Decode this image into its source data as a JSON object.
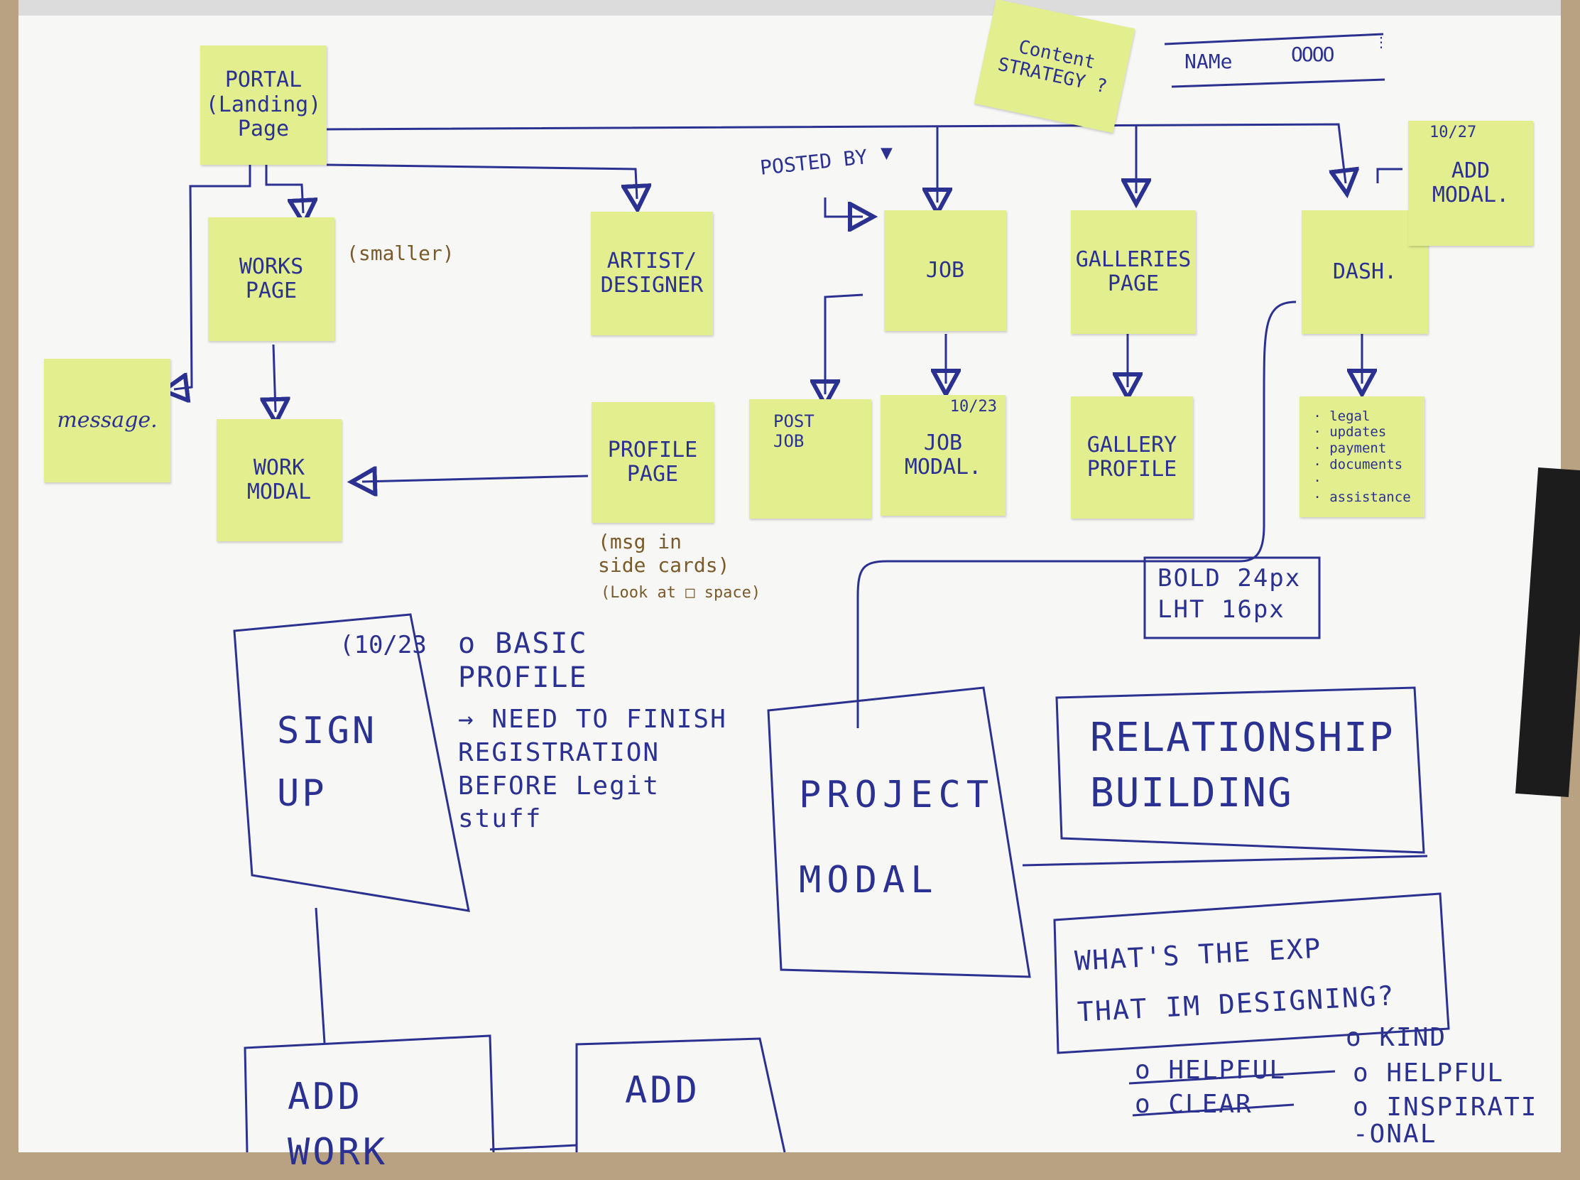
{
  "notes": {
    "portal": "PORTAL\n(Landing)\nPage",
    "works_page": "WORKS\nPAGE",
    "artist_designer": "ARTIST/\nDESIGNER",
    "job": "JOB",
    "galleries_page": "GALLERIES\nPAGE",
    "dash": "DASH.",
    "add_modal": "ADD\nMODAL.",
    "add_modal_date": "10/27",
    "message": "message.",
    "work_modal": "WORK\nMODAL",
    "profile_page": "PROFILE\nPAGE",
    "post_job": "POST\nJOB",
    "job_modal": "JOB\nMODAL.",
    "job_modal_date": "10/23",
    "gallery_profile": "GALLERY\nPROFILE",
    "dash_list": "· legal\n· updates\n· payment\n· documents\n·\n· assistance",
    "content_strategy": "Content\nSTRATEGY ?"
  },
  "labels": {
    "name": "NAMe",
    "dots": "OOOO",
    "smaller": "(smaller)",
    "posted_by": "POSTED BY",
    "msg_in_side_cards": "(msg in\nside cards)",
    "look_at_space": "(Look at □ space)",
    "bold_lht": "BOLD 24px\nLHT 16px",
    "sign_up": "SIGN\nUP",
    "sign_up_date": "(10/23",
    "basic_profile": "o BASIC\n  PROFILE",
    "need_to_finish": "→ NEED TO FINISH\n  REGISTRATION\n  BEFORE Legit\n  stuff",
    "project_modal": "PROJECT\n\nMODAL",
    "relationship_building": "RELATIONSHIP\nBUILDING",
    "whats_the_exp": "WHAT'S THE EXP\nTHAT IM DESIGNING?",
    "helpful_struck": "o HELPFUL",
    "clear_struck": "o CLEAR",
    "kind": "o KIND",
    "helpful": "o HELPFUL",
    "inspirational": "o INSPIRATI\n  -ONAL",
    "add_work": "ADD\nWORK",
    "add_2": "ADD"
  },
  "colors": {
    "ink": "#2b3190",
    "sticky": "#e3ef8f",
    "paper": "#f7f7f5",
    "pencil": "#7a5a2a"
  }
}
